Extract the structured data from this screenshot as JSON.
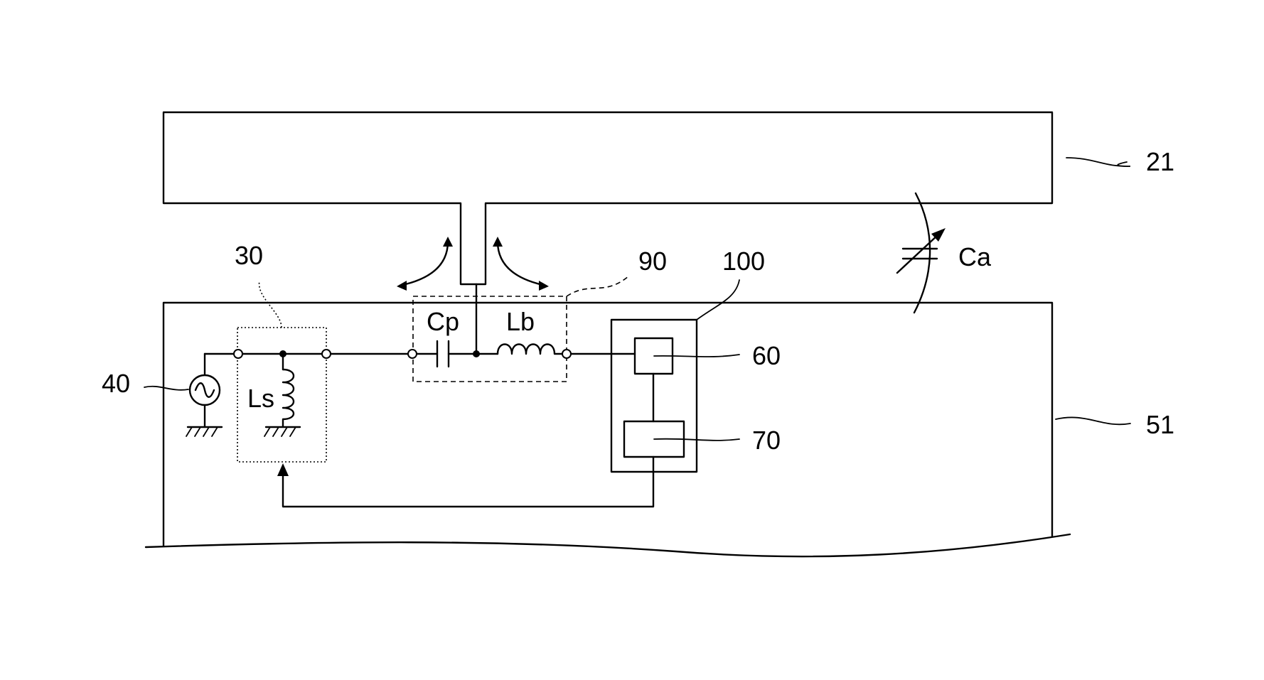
{
  "labels": {
    "ref_21": "21",
    "ref_51": "51",
    "ref_30": "30",
    "ref_40": "40",
    "ref_60": "60",
    "ref_70": "70",
    "ref_90": "90",
    "ref_100": "100",
    "cap_cp": "Cp",
    "ind_lb": "Lb",
    "ind_ls": "Ls",
    "cap_ca": "Ca"
  }
}
